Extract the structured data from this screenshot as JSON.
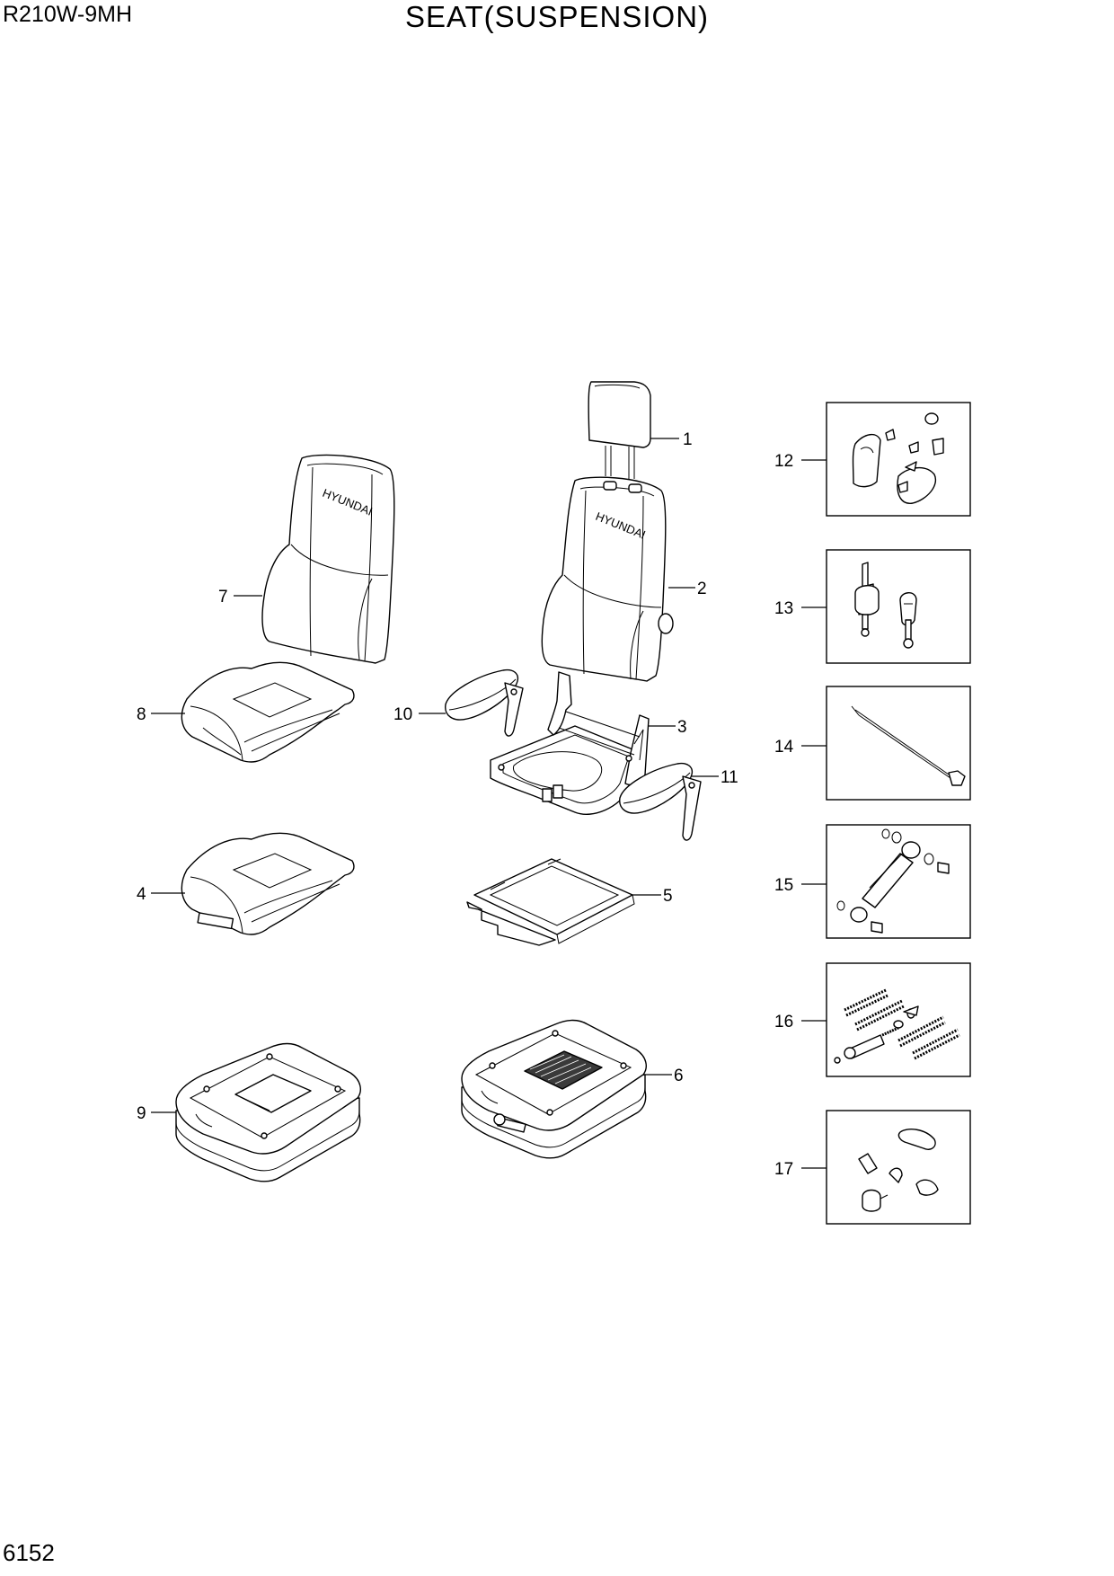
{
  "header": {
    "model": "R210W-9MH",
    "title": "SEAT(SUSPENSION)"
  },
  "footer": {
    "page_number": "6152"
  },
  "brand_text": "HYUNDAI",
  "callouts": {
    "c1": "1",
    "c2": "2",
    "c3": "3",
    "c4": "4",
    "c5": "5",
    "c6": "6",
    "c7": "7",
    "c8": "8",
    "c9": "9",
    "c10": "10",
    "c11": "11",
    "c12": "12",
    "c13": "13",
    "c14": "14",
    "c15": "15",
    "c16": "16",
    "c17": "17"
  }
}
